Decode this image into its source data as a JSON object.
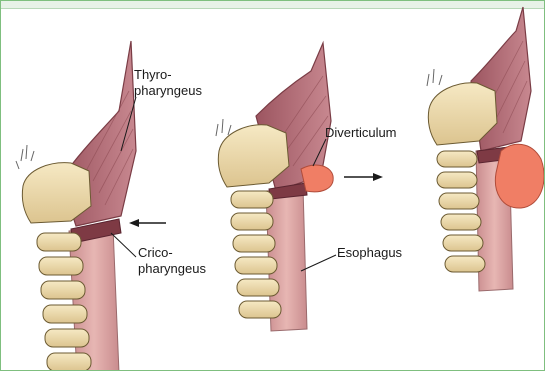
{
  "labels": {
    "thyro_line1": "Thyro-",
    "thyro_line2": "pharyngeus",
    "crico_line1": "Crico-",
    "crico_line2": "pharyngeus",
    "diverticulum": "Diverticulum",
    "esophagus": "Esophagus"
  },
  "colors": {
    "muscle": "#b06a72",
    "muscle_dark": "#8c4a52",
    "bone": "#f1e0b0",
    "bone_shadow": "#d9c28a",
    "esophagus": "#d9a1a1",
    "diverticulum": "#f07e65",
    "arrow": "#1a1a1a",
    "frame": "#7fbf7f"
  },
  "stages": [
    "initial",
    "small-pouch",
    "large-pouch"
  ],
  "arrows": [
    "pointing-left-to-weak-area",
    "progression-right"
  ]
}
